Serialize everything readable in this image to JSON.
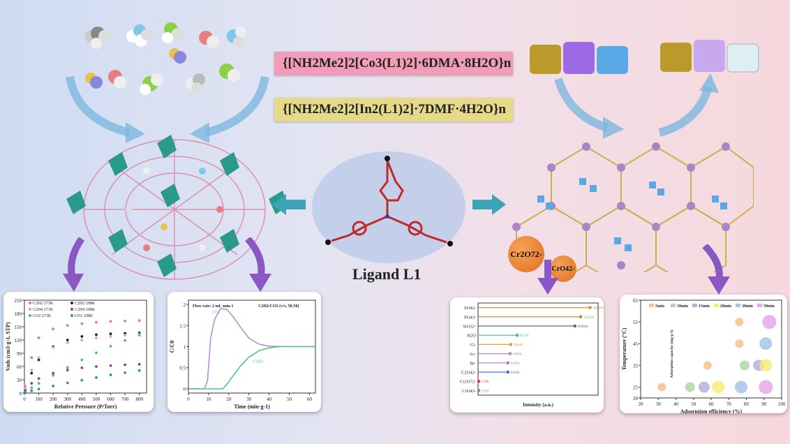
{
  "formulas": {
    "cobalt": "{[NH2Me2]2[Co3(L1)2]·6DMA·8H2O}n",
    "indium": "{[NH2Me2]2[In2(L1)2]·7DMF·4H2O}n"
  },
  "ligand_label": "Ligand L1",
  "ions": {
    "dichromate": "Cr2O72-",
    "chromate": "CrO42-"
  },
  "colors": {
    "pink_formula": "#f19cb8",
    "yellow_formula": "#e5d98a",
    "arrow_blue": "#7db8de",
    "arrow_purple": "#8a57c4",
    "framework_teal": "#2a9a8d",
    "framework_pink": "#d98aa8",
    "framework_gold": "#c8b14a",
    "cluster_purple": "#a887c4"
  },
  "chart_data": [
    {
      "type": "scatter",
      "xlabel": "Relative Pressure (P/Torr)",
      "ylabel": "Vads (cm3·g-1, STP)",
      "xlim": [
        0,
        850
      ],
      "ylim": [
        0,
        210
      ],
      "xticks": [
        0,
        100,
        200,
        300,
        400,
        500,
        600,
        700,
        800
      ],
      "yticks": [
        0,
        30,
        60,
        90,
        120,
        150,
        180,
        210
      ],
      "legend_position": "top-left",
      "series": [
        {
          "name": "C2H2 273K",
          "color": "#e46fb3",
          "values": [
            [
              5,
              15
            ],
            [
              50,
              80
            ],
            [
              100,
              125
            ],
            [
              200,
              145
            ],
            [
              300,
              153
            ],
            [
              400,
              157
            ],
            [
              500,
              160
            ],
            [
              600,
              162
            ],
            [
              700,
              163
            ],
            [
              800,
              164
            ]
          ]
        },
        {
          "name": "C2H2 298K",
          "color": "#1a1a40",
          "values": [
            [
              5,
              8
            ],
            [
              50,
              45
            ],
            [
              100,
              75
            ],
            [
              200,
              105
            ],
            [
              300,
              120
            ],
            [
              400,
              128
            ],
            [
              500,
              132
            ],
            [
              600,
              134
            ],
            [
              700,
              135
            ],
            [
              800,
              136
            ]
          ]
        },
        {
          "name": "C2H4 273K",
          "color": "#caa0d8",
          "values": [
            [
              5,
              10
            ],
            [
              50,
              52
            ],
            [
              100,
              80
            ],
            [
              200,
              103
            ],
            [
              300,
              114
            ],
            [
              400,
              120
            ],
            [
              500,
              125
            ],
            [
              600,
              128
            ],
            [
              700,
              131
            ],
            [
              800,
              133
            ]
          ]
        },
        {
          "name": "C2H4 298K",
          "color": "#7d3fb0",
          "values": [
            [
              5,
              5
            ],
            [
              50,
              22
            ],
            [
              100,
              33
            ],
            [
              200,
              45
            ],
            [
              300,
              52
            ],
            [
              400,
              57
            ],
            [
              500,
              60
            ],
            [
              600,
              62
            ],
            [
              700,
              64
            ],
            [
              800,
              65
            ]
          ]
        },
        {
          "name": "CO2 273K",
          "color": "#4ab89a",
          "values": [
            [
              5,
              2
            ],
            [
              50,
              12
            ],
            [
              100,
              22
            ],
            [
              200,
              40
            ],
            [
              300,
              58
            ],
            [
              400,
              75
            ],
            [
              500,
              91
            ],
            [
              600,
              106
            ],
            [
              700,
              119
            ],
            [
              800,
              131
            ]
          ]
        },
        {
          "name": "CO2 298K",
          "color": "#2a9a6a",
          "values": [
            [
              5,
              1
            ],
            [
              50,
              5
            ],
            [
              100,
              9
            ],
            [
              200,
              16
            ],
            [
              300,
              23
            ],
            [
              400,
              29
            ],
            [
              500,
              35
            ],
            [
              600,
              41
            ],
            [
              700,
              46
            ],
            [
              800,
              51
            ]
          ]
        }
      ]
    },
    {
      "type": "line",
      "xlabel": "Time (min·g-1)",
      "ylabel": "C/C0",
      "xlim": [
        0,
        63
      ],
      "ylim": [
        -0.1,
        2.1
      ],
      "xticks": [
        0,
        10,
        20,
        30,
        40,
        50,
        60
      ],
      "yticks": [
        0.0,
        0.5,
        1.0,
        1.5,
        2.0
      ],
      "annotations": [
        "Flow rate: 2 mL·min-1",
        "C2H2/CO2 (v/v, 50:50)"
      ],
      "series": [
        {
          "name": "CO2",
          "color": "#b98bd8",
          "values": [
            [
              0,
              0
            ],
            [
              8,
              0
            ],
            [
              9.5,
              0.2
            ],
            [
              11,
              1.2
            ],
            [
              13,
              1.65
            ],
            [
              16,
              1.9
            ],
            [
              19,
              1.88
            ],
            [
              22,
              1.72
            ],
            [
              26,
              1.45
            ],
            [
              30,
              1.2
            ],
            [
              35,
              1.06
            ],
            [
              40,
              1.01
            ],
            [
              50,
              1.0
            ],
            [
              63,
              1.0
            ]
          ]
        },
        {
          "name": "C2H2",
          "color": "#4ec48c",
          "values": [
            [
              0,
              0
            ],
            [
              17,
              0
            ],
            [
              19,
              0.1
            ],
            [
              22,
              0.3
            ],
            [
              26,
              0.55
            ],
            [
              30,
              0.75
            ],
            [
              35,
              0.9
            ],
            [
              40,
              0.97
            ],
            [
              45,
              1.0
            ],
            [
              63,
              1.0
            ]
          ]
        }
      ]
    },
    {
      "type": "bar",
      "orientation": "horizontal",
      "xlabel": "Intensity (a.u.)",
      "categories": [
        "SO42-",
        "PO43-",
        "SiO32-",
        "H2O",
        "Cl-",
        "Ac-",
        "Br-",
        "C2O42-",
        "Cr2O72-",
        "CrO42-"
      ],
      "values": [
        242498,
        222150,
        209840,
        84730,
        70640,
        69406,
        64700,
        64780,
        1700,
        1520
      ],
      "colors": [
        "#e5883a",
        "#9a9a36",
        "#6a6a6a",
        "#4ab8a6",
        "#e0a040",
        "#a888d0",
        "#b47ad0",
        "#4a6ae0",
        "#e04040",
        "#888888"
      ]
    },
    {
      "type": "scatter",
      "xlabel": "Adsorption efficiency (%)",
      "ylabel": "Temperature (°C)",
      "size_label": "Adsorption capacity (mg·g-1)",
      "xlim": [
        20,
        100
      ],
      "ylim": [
        20,
        65
      ],
      "xticks": [
        20,
        30,
        40,
        50,
        60,
        70,
        80,
        90,
        100
      ],
      "yticks": [
        20,
        25,
        35,
        45,
        55,
        65
      ],
      "series": [
        {
          "name": "5min",
          "color": "#f6c28a",
          "values": [
            [
              32,
              25
            ],
            [
              58,
              35
            ],
            [
              76,
              45
            ],
            [
              76,
              55
            ]
          ]
        },
        {
          "name": "10min",
          "color": "#a8dca0",
          "values": [
            [
              48,
              25
            ],
            [
              79,
              35
            ]
          ]
        },
        {
          "name": "15min",
          "color": "#b8b0dc",
          "values": [
            [
              56,
              25
            ],
            [
              87,
              35
            ]
          ]
        },
        {
          "name": "20min",
          "color": "#f4ee7a",
          "values": [
            [
              64,
              25
            ],
            [
              91,
              35
            ]
          ]
        },
        {
          "name": "30min",
          "color": "#a8c4e8",
          "values": [
            [
              77,
              25
            ],
            [
              91,
              45
            ]
          ]
        },
        {
          "name": "50min",
          "color": "#e8a8e8",
          "values": [
            [
              91,
              25
            ],
            [
              93,
              55
            ]
          ]
        }
      ]
    }
  ]
}
